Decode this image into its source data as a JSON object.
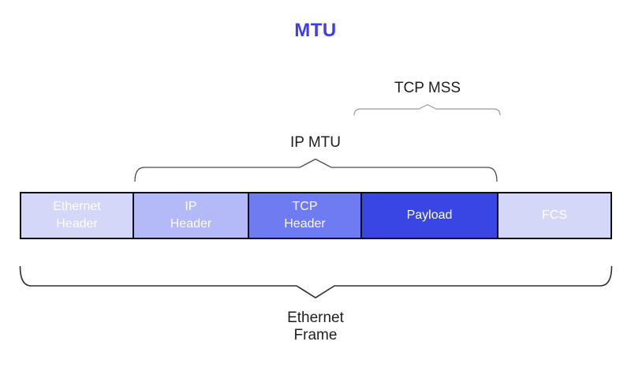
{
  "title": "MTU",
  "colors": {
    "title": "#3f3cee",
    "label_text": "#1f1f1f",
    "box_text": "#ffffff",
    "box_border": "#0d0d22",
    "brace_small": "#9a9a9a",
    "brace_medium": "#4a4a4a",
    "brace_large": "#2e2e2e"
  },
  "braces": {
    "tcp_mss": {
      "label": "TCP MSS"
    },
    "ip_mtu": {
      "label": "IP MTU"
    },
    "ethernet_frame": {
      "label": "Ethernet\nFrame"
    }
  },
  "frame_fields": [
    {
      "name": "ethernet-header",
      "label": "Ethernet\nHeader",
      "color": "#d5d7f9"
    },
    {
      "name": "ip-header",
      "label": "IP\nHeader",
      "color": "#b4baf8"
    },
    {
      "name": "tcp-header",
      "label": "TCP\nHeader",
      "color": "#6f7bf0"
    },
    {
      "name": "payload",
      "label": "Payload",
      "color": "#3a46e3"
    },
    {
      "name": "fcs",
      "label": "FCS",
      "color": "#d5d7f9"
    }
  ]
}
